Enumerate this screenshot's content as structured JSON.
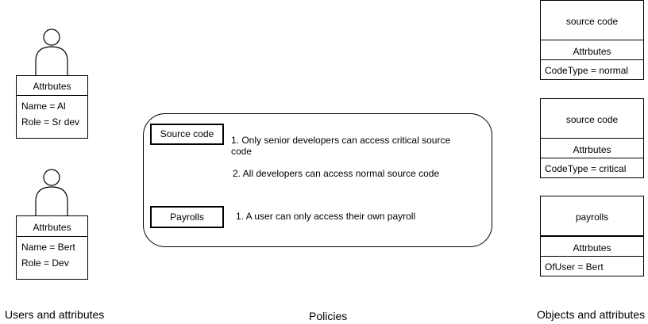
{
  "users": {
    "caption": "Users and attributes",
    "people": [
      {
        "attributes_header": "Attrbutes",
        "name": "Name = Al",
        "role": "Role = Sr dev"
      },
      {
        "attributes_header": "Attrbutes",
        "name": "Name = Bert",
        "role": "Role = Dev"
      }
    ]
  },
  "policies": {
    "caption": "Policies",
    "groups": [
      {
        "label": "Source code",
        "rules": [
          "1. Only senior developers can access critical source code",
          "2. All developers can access normal source code"
        ]
      },
      {
        "label": "Payrolls",
        "rules": [
          "1. A user can only access their own payroll"
        ]
      }
    ]
  },
  "objects": {
    "caption": "Objects and attributes",
    "items": [
      {
        "title": "source code",
        "attributes_header": "Attrbutes",
        "attribute": "CodeType = normal"
      },
      {
        "title": "source code",
        "attributes_header": "Attrbutes",
        "attribute": "CodeType = critical"
      },
      {
        "title": "payrolls",
        "attributes_header": "Attrbutes",
        "attribute": "OfUser = Bert"
      }
    ]
  }
}
